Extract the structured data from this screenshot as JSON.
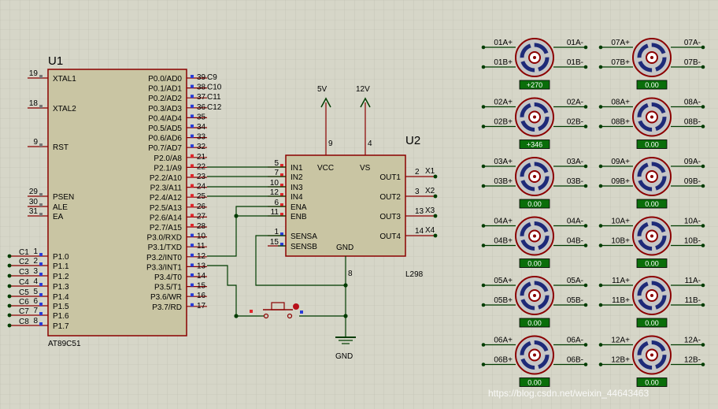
{
  "u1": {
    "ref": "U1",
    "part": "AT89C51",
    "left_pins": [
      {
        "num": "19",
        "name": "XTAL1"
      },
      {
        "num": "18",
        "name": "XTAL2"
      },
      {
        "num": "9",
        "name": "RST"
      },
      {
        "num": "29",
        "name": "PSEN"
      },
      {
        "num": "30",
        "name": "ALE"
      },
      {
        "num": "31",
        "name": "EA"
      },
      {
        "num": "1",
        "name": "P1.0",
        "net": "C1"
      },
      {
        "num": "2",
        "name": "P1.1",
        "net": "C2"
      },
      {
        "num": "3",
        "name": "P1.2",
        "net": "C3"
      },
      {
        "num": "4",
        "name": "P1.3",
        "net": "C4"
      },
      {
        "num": "5",
        "name": "P1.4",
        "net": "C5"
      },
      {
        "num": "6",
        "name": "P1.5",
        "net": "C6"
      },
      {
        "num": "7",
        "name": "P1.6",
        "net": "C7"
      },
      {
        "num": "8",
        "name": "P1.7",
        "net": "C8"
      }
    ],
    "right_pins": [
      {
        "num": "39",
        "name": "P0.0/AD0",
        "net": "C9"
      },
      {
        "num": "38",
        "name": "P0.1/AD1",
        "net": "C10"
      },
      {
        "num": "37",
        "name": "P0.2/AD2",
        "net": "C11"
      },
      {
        "num": "36",
        "name": "P0.3/AD3",
        "net": "C12"
      },
      {
        "num": "35",
        "name": "P0.4/AD4"
      },
      {
        "num": "34",
        "name": "P0.5/AD5"
      },
      {
        "num": "33",
        "name": "P0.6/AD6"
      },
      {
        "num": "32",
        "name": "P0.7/AD7"
      },
      {
        "num": "21",
        "name": "P2.0/A8"
      },
      {
        "num": "22",
        "name": "P2.1/A9"
      },
      {
        "num": "23",
        "name": "P2.2/A10"
      },
      {
        "num": "24",
        "name": "P2.3/A11"
      },
      {
        "num": "25",
        "name": "P2.4/A12"
      },
      {
        "num": "26",
        "name": "P2.5/A13"
      },
      {
        "num": "27",
        "name": "P2.6/A14"
      },
      {
        "num": "28",
        "name": "P2.7/A15"
      },
      {
        "num": "10",
        "name": "P3.0/RXD"
      },
      {
        "num": "11",
        "name": "P3.1/TXD"
      },
      {
        "num": "12",
        "name": "P3.2/INT0"
      },
      {
        "num": "13",
        "name": "P3.3/INT1"
      },
      {
        "num": "14",
        "name": "P3.4/T0"
      },
      {
        "num": "15",
        "name": "P3.5/T1"
      },
      {
        "num": "16",
        "name": "P3.6/WR"
      },
      {
        "num": "17",
        "name": "P3.7/RD"
      }
    ]
  },
  "u2": {
    "ref": "U2",
    "part": "L298",
    "supply_5v": "5V",
    "supply_12v": "12V",
    "vcc_label": "VCC",
    "vs_label": "VS",
    "gnd_label": "GND",
    "vcc_pin": "9",
    "vs_pin": "4",
    "gnd_pin": "8",
    "left_pins": [
      {
        "num": "5",
        "name": "IN1"
      },
      {
        "num": "7",
        "name": "IN2"
      },
      {
        "num": "10",
        "name": "IN3"
      },
      {
        "num": "12",
        "name": "IN4"
      },
      {
        "num": "6",
        "name": "ENA"
      },
      {
        "num": "11",
        "name": "ENB"
      },
      {
        "num": "1",
        "name": "SENSA"
      },
      {
        "num": "15",
        "name": "SENSB"
      }
    ],
    "right_pins": [
      {
        "num": "2",
        "name": "OUT1",
        "net": "X1"
      },
      {
        "num": "3",
        "name": "OUT2",
        "net": "X2"
      },
      {
        "num": "13",
        "name": "OUT3",
        "net": "X3"
      },
      {
        "num": "14",
        "name": "OUT4",
        "net": "X4"
      }
    ]
  },
  "ground_label": "GND",
  "motors": [
    {
      "id": "01",
      "a_plus": "01A+",
      "a_minus": "01A-",
      "b_plus": "01B+",
      "b_minus": "01B-",
      "readout": "+270"
    },
    {
      "id": "07",
      "a_plus": "07A+",
      "a_minus": "07A-",
      "b_plus": "07B+",
      "b_minus": "07B-",
      "readout": "0.00"
    },
    {
      "id": "02",
      "a_plus": "02A+",
      "a_minus": "02A-",
      "b_plus": "02B+",
      "b_minus": "02B-",
      "readout": "+346"
    },
    {
      "id": "08",
      "a_plus": "08A+",
      "a_minus": "08A-",
      "b_plus": "08B+",
      "b_minus": "08B-",
      "readout": "0.00"
    },
    {
      "id": "03",
      "a_plus": "03A+",
      "a_minus": "03A-",
      "b_plus": "03B+",
      "b_minus": "03B-",
      "readout": "0.00"
    },
    {
      "id": "09",
      "a_plus": "09A+",
      "a_minus": "09A-",
      "b_plus": "09B+",
      "b_minus": "09B-",
      "readout": "0.00"
    },
    {
      "id": "04",
      "a_plus": "04A+",
      "a_minus": "04A-",
      "b_plus": "04B+",
      "b_minus": "04B-",
      "readout": "0.00"
    },
    {
      "id": "10",
      "a_plus": "10A+",
      "a_minus": "10A-",
      "b_plus": "10B+",
      "b_minus": "10B-",
      "readout": "0.00"
    },
    {
      "id": "05",
      "a_plus": "05A+",
      "a_minus": "05A-",
      "b_plus": "05B+",
      "b_minus": "05B-",
      "readout": "0.00"
    },
    {
      "id": "11",
      "a_plus": "11A+",
      "a_minus": "11A-",
      "b_plus": "11B+",
      "b_minus": "11B-",
      "readout": "0.00"
    },
    {
      "id": "06",
      "a_plus": "06A+",
      "a_minus": "06A-",
      "b_plus": "06B+",
      "b_minus": "06B-",
      "readout": "0.00"
    },
    {
      "id": "12",
      "a_plus": "12A+",
      "a_minus": "12A-",
      "b_plus": "12B+",
      "b_minus": "12B-",
      "readout": "0.00"
    }
  ],
  "watermark": "https://blog.csdn.net/weixin_44643463",
  "colors": {
    "background": "#d6d6c8",
    "grid": "#bcbcae",
    "component_fill": "#c9c5a3",
    "component_border": "#8b0000",
    "wire": "#003c00",
    "pin_red": "#e0272d",
    "pin_blue": "#2a3cd8",
    "motor_red": "#8b0000",
    "motor_blue": "#1e2a78",
    "readout_bg": "#0a6e0a"
  }
}
